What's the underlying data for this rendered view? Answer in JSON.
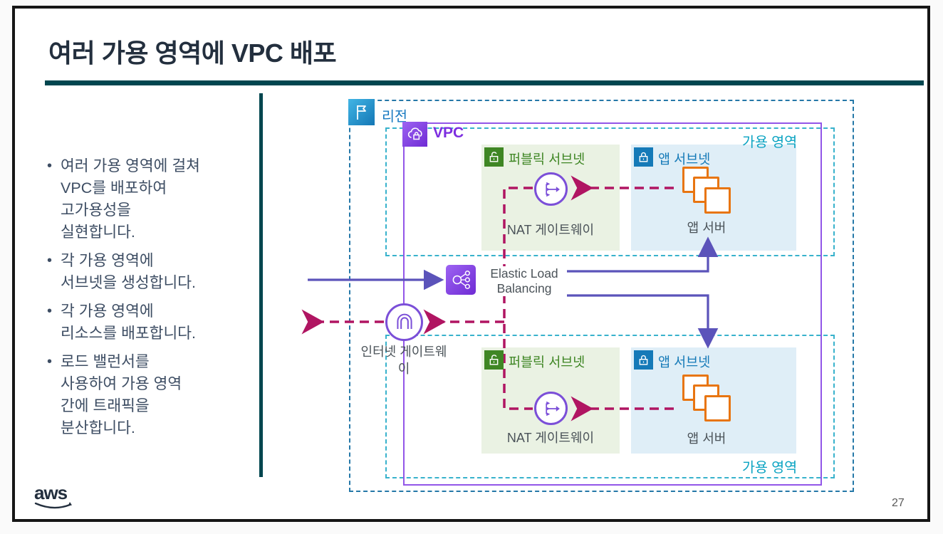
{
  "slide": {
    "title": "여러 가용 영역에 VPC 배포",
    "page_number": "27",
    "logo_text": "aws"
  },
  "bullets": [
    "여러 가용 영역에 걸쳐\nVPC를 배포하여\n고가용성을\n실현합니다.",
    "각 가용 영역에\n서브넷을 생성합니다.",
    "각 가용 영역에\n리소스를 배포합니다.",
    "로드 밸런서를\n사용하여 가용 영역\n간에 트래픽을\n분산합니다."
  ],
  "diagram": {
    "region_label": "리전",
    "vpc_label": "VPC",
    "elb_label": "Elastic Load Balancing",
    "igw_label": "인터넷 게이트웨이",
    "az_top": {
      "az_label": "가용 영역",
      "public_subnet_label": "퍼블릭 서브넷",
      "nat_label": "NAT 게이트웨이",
      "app_subnet_label": "앱 서브넷",
      "app_server_label": "앱 서버"
    },
    "az_bottom": {
      "az_label": "가용 영역",
      "public_subnet_label": "퍼블릭 서브넷",
      "nat_label": "NAT 게이트웨이",
      "app_subnet_label": "앱 서브넷",
      "app_server_label": "앱 서버"
    }
  },
  "colors": {
    "title_text": "#232F3E",
    "accent_rule_teal": "#00464F",
    "body_text": "#3D4D63",
    "region_blue": "#1779C0",
    "az_teal": "#0AA3C2",
    "vpc_purple": "#8C4FFF",
    "subnet_green": "#3F8624",
    "subnet_green_bg": "#EAF2E3",
    "subnet_blue": "#157AB8",
    "subnet_blue_bg": "#DFEEF7",
    "arrow_purple": "#5B53BA",
    "arrow_crimson": "#B01562",
    "server_orange": "#E87511",
    "label_gray": "#4B5359"
  }
}
